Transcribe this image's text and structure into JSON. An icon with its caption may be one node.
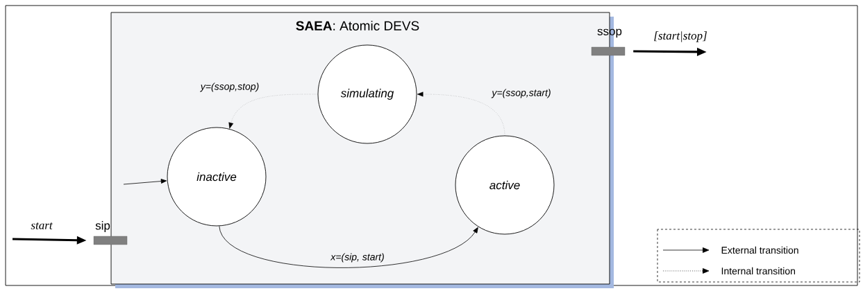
{
  "diagram": {
    "nodes": [
      {
        "text": [
          "**SAEA**: Atomic DEVS"
        ]
      },
      {
        "text": [
          "simulating"
        ],
        "in": 0
      },
      {
        "text": [
          "inactive"
        ],
        "in": 0
      },
      {
        "text": [
          "active"
        ],
        "in": 0
      },
      {
        "text": [
          "sip"
        ]
      },
      {
        "text": [
          "ssop"
        ]
      }
    ],
    "edges": [
      {
        "from": null,
        "to": 4,
        "arrow": "to",
        "label": "start",
        "style": "thick"
      },
      {
        "from": 5,
        "to": null,
        "arrow": "to",
        "label": "[start|stop]",
        "style": "thick"
      },
      {
        "from": null,
        "to": 2,
        "arrow": "to"
      },
      {
        "from": 1,
        "to": 2,
        "arrow": "to",
        "label": "y=(ssop,stop)",
        "style": "dashed"
      },
      {
        "from": 3,
        "to": 1,
        "arrow": "to",
        "label": "y=(ssop,start)",
        "style": "dashed"
      },
      {
        "from": 2,
        "to": 3,
        "arrow": "to",
        "label": "x=(sip, start)"
      }
    ],
    "legend": [
      {
        "text": "External transition"
      },
      {
        "text": "Internal transition"
      }
    ]
  }
}
